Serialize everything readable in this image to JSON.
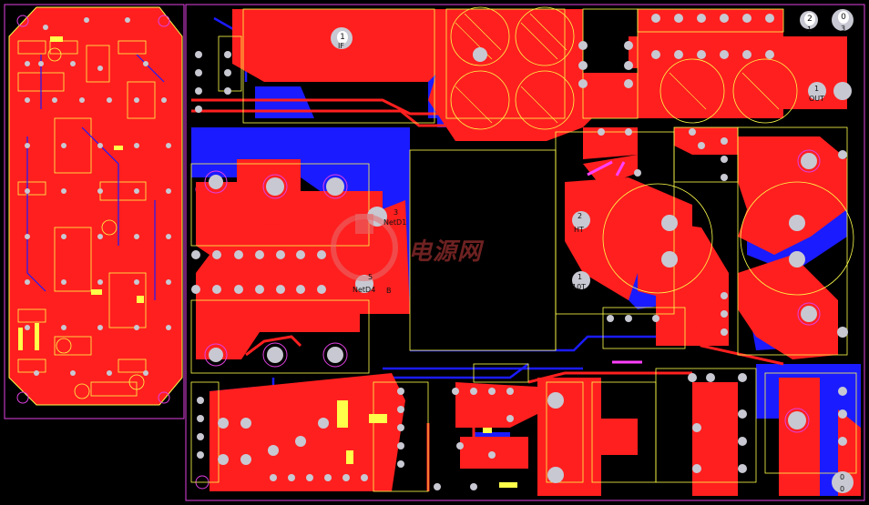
{
  "watermark": {
    "text": "电源网"
  },
  "colors": {
    "top_copper": "#ff1f1f",
    "bottom_copper": "#1b1bff",
    "silkscreen": "#ffff4a",
    "pad": "#c8c8d2",
    "via_ring": "#c8c8d2",
    "outline": "#e040e0",
    "background": "#000000",
    "keepout": "#ff40ff"
  },
  "labels": {
    "net_d1": "NetD1",
    "net_d4": "NetD4",
    "pin_3": "3",
    "pin_5": "5",
    "pin_2_top": "2",
    "pin_1_top": "1",
    "pin_0_top": "0",
    "pin_3_top": "3",
    "pin_1_if": "1",
    "tag_if": "IF",
    "tag_out": "OUT",
    "pin_1_out": "1",
    "pin_2_mid": "2",
    "tag_ht": "HT",
    "pin_1_mid": "1",
    "tag_10t": "10T",
    "pin_0_br": "0",
    "pin_0_br2": "0",
    "tag_b": "B"
  }
}
